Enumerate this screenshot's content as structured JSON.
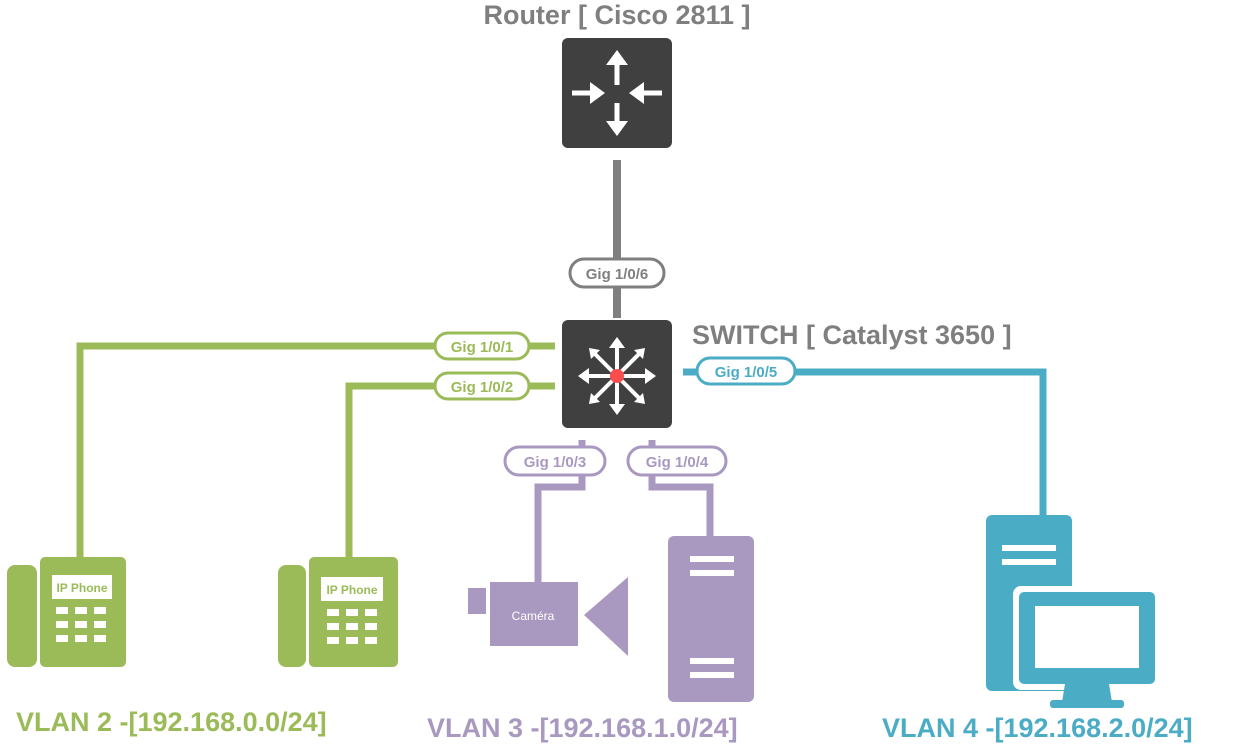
{
  "colors": {
    "gray": "#7f7f7f",
    "dark": "#404040",
    "green": "#9bbb59",
    "purple": "#a998c0",
    "blue": "#4bacc6",
    "red": "#ff4d4d"
  },
  "router": {
    "label": "Router  [ Cisco 2811 ]",
    "icon": "router-icon"
  },
  "switch": {
    "label": "SWITCH  [ Catalyst 3650 ]",
    "icon": "switch-icon"
  },
  "ports": {
    "p6": "Gig 1/0/6",
    "p1": "Gig 1/0/1",
    "p2": "Gig 1/0/2",
    "p3": "Gig 1/0/3",
    "p4": "Gig 1/0/4",
    "p5": "Gig 1/0/5"
  },
  "devices": {
    "phone1": {
      "label": "IP Phone",
      "icon": "ip-phone-icon"
    },
    "phone2": {
      "label": "IP Phone",
      "icon": "ip-phone-icon"
    },
    "camera": {
      "label": "Caméra",
      "icon": "camera-icon"
    },
    "server": {
      "icon": "server-icon"
    },
    "workstation": {
      "icon": "workstation-icon"
    }
  },
  "vlans": {
    "v2": "VLAN 2 -[192.168.0.0/24]",
    "v3": "VLAN 3 -[192.168.1.0/24]",
    "v4": "VLAN 4 -[192.168.2.0/24]"
  }
}
